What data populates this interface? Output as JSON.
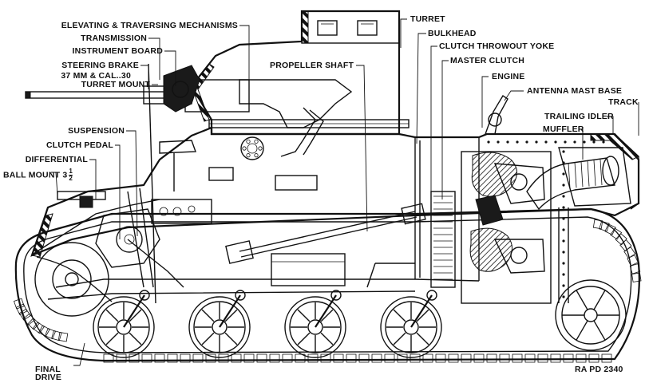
{
  "labels": {
    "elevating": "ELEVATING & TRAVERSING MECHANISMS",
    "transmission": "TRANSMISSION",
    "instrument_board": "INSTRUMENT BOARD",
    "steering_brake": "STEERING BRAKE",
    "gun_line1": "37 MM & CAL..30",
    "gun_line2": "TURRET MOUNT",
    "suspension": "SUSPENSION",
    "clutch_pedal": "CLUTCH PEDAL",
    "differential": "DIFFERENTIAL",
    "ball_mount": "BALL MOUNT 3",
    "ball_mount_fraction_num": "1",
    "ball_mount_fraction_den": "2",
    "propeller_shaft": "PROPELLER SHAFT",
    "turret": "TURRET",
    "bulkhead": "BULKHEAD",
    "clutch_yoke": "CLUTCH THROWOUT YOKE",
    "master_clutch": "MASTER CLUTCH",
    "engine": "ENGINE",
    "antenna": "ANTENNA MAST BASE",
    "track": "TRACK",
    "trailing_idler": "TRAILING IDLER",
    "muffler": "MUFFLER",
    "final_drive_line1": "FINAL",
    "final_drive_line2": "DRIVE",
    "ref_number": "RA PD 2340"
  }
}
